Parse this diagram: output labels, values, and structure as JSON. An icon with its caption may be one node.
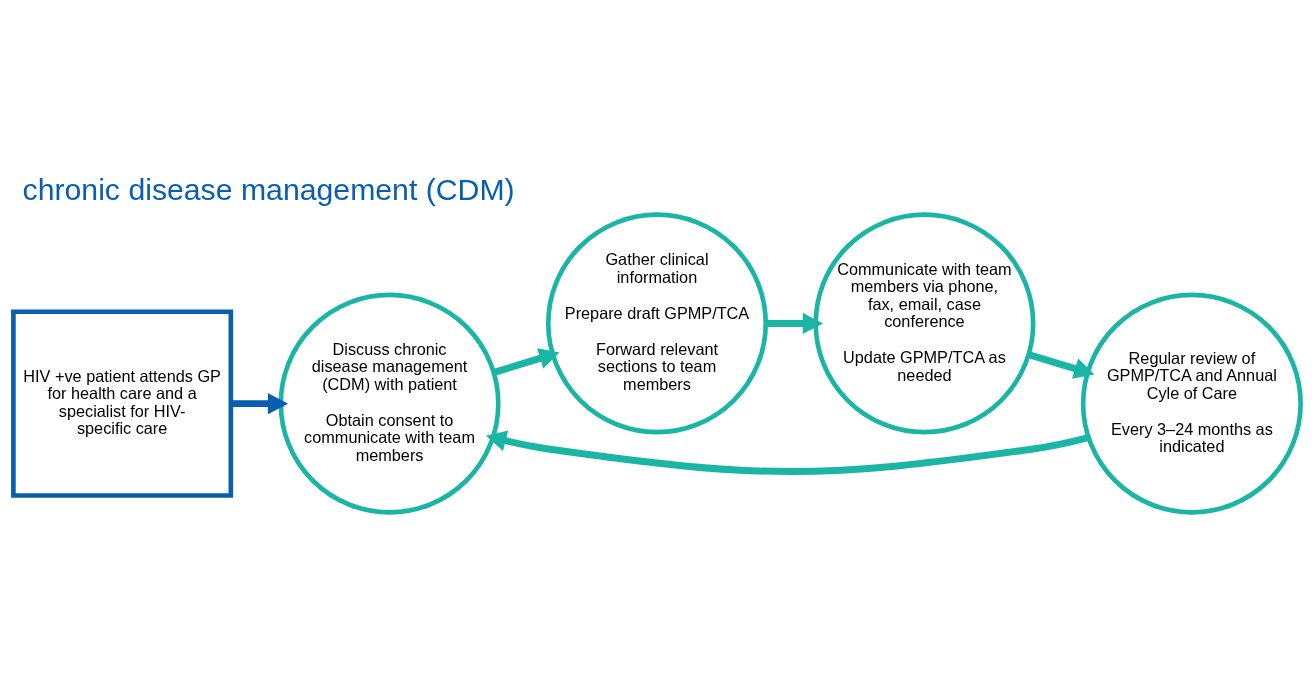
{
  "diagram": {
    "title": "chronic disease management (CDM)",
    "nodes": [
      {
        "text": [
          "HIV +ve patient attends GP for health care and a specialist for HIV-specific care"
        ]
      },
      {
        "text": [
          "Discuss chronic disease management (CDM) with patient",
          "Obtain consent to communicate with team members"
        ]
      },
      {
        "text": [
          "Gather clinical information",
          "Prepare draft GPMP/TCA",
          "Forward relevant sections to team members"
        ]
      },
      {
        "text": [
          "Communicate with team members via phone, fax, email, case conference",
          "Update GPMP/TCA as needed"
        ]
      },
      {
        "text": [
          "Regular review of GPMP/TCA and Annual Cyle of Care",
          "Every 3–24 months as indicated"
        ]
      }
    ],
    "edges": [
      {
        "from": 0,
        "to": 1,
        "arrow": "to",
        "color": "#0a5eb0"
      },
      {
        "from": 1,
        "to": 2,
        "arrow": "to"
      },
      {
        "from": 2,
        "to": 3,
        "arrow": "to"
      },
      {
        "from": 3,
        "to": 4,
        "arrow": "to"
      },
      {
        "from": 4,
        "to": 1,
        "arrow": "to"
      }
    ]
  }
}
